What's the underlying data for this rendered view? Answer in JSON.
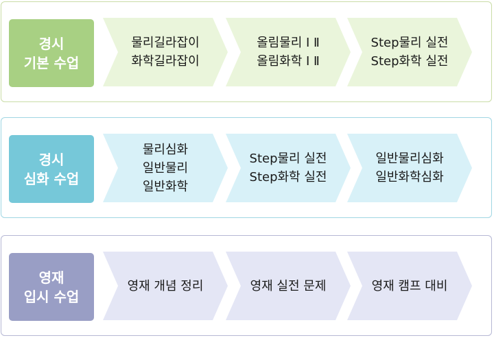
{
  "colors": {
    "row1_label": "#a8d083",
    "row1_arrow": "#eaf5db",
    "row2_label": "#76c8d9",
    "row2_arrow": "#d8f1f8",
    "row3_label": "#999ec5",
    "row3_arrow": "#e4e6f5"
  },
  "rows": [
    {
      "label": [
        "경시",
        "기본 수업"
      ],
      "steps": [
        [
          "물리길라잡이",
          "화학길라잡이"
        ],
        [
          "올림물리 Ⅰ Ⅱ",
          "올림화학 Ⅰ Ⅱ"
        ],
        [
          "Step물리 실전",
          "Step화학 실전"
        ]
      ]
    },
    {
      "label": [
        "경시",
        "심화 수업"
      ],
      "steps": [
        [
          "물리심화",
          "일반물리",
          "일반화학"
        ],
        [
          "Step물리 실전",
          "Step화학 실전"
        ],
        [
          "일반물리심화",
          "일반화학심화"
        ]
      ]
    },
    {
      "label": [
        "영재",
        "입시 수업"
      ],
      "steps": [
        [
          "영재 개념 정리"
        ],
        [
          "영재 실전 문제"
        ],
        [
          "영재 캠프 대비"
        ]
      ]
    }
  ]
}
